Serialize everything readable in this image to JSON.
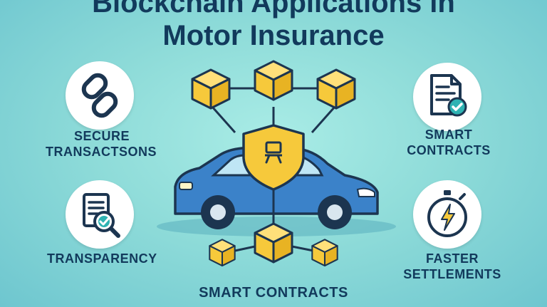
{
  "title": {
    "line1": "Blockchain Applications in",
    "line2": "Motor Insurance"
  },
  "features": {
    "secure": {
      "line1": "SECURE",
      "line2": "TRANSACTSONS",
      "icon": "chain-link-icon"
    },
    "transparency": {
      "line1": "TRANSPARENCY",
      "icon": "document-magnifier-icon"
    },
    "smart_contracts_right": {
      "line1": "SMART",
      "line2": "CONTRACTS",
      "icon": "contract-check-icon"
    },
    "faster": {
      "line1": "FASTER",
      "line2": "SETTLEMENTS",
      "icon": "stopwatch-lightning-icon"
    }
  },
  "center": {
    "caption": "SMART CONTRACTS",
    "icons": [
      "car-icon",
      "shield-icon",
      "blockchain-cube-icon"
    ]
  },
  "colors": {
    "navy": "#123a5c",
    "cube_yellow": "#f6c93b",
    "car_blue": "#3b82c9",
    "accent_teal": "#2fb3b3"
  }
}
